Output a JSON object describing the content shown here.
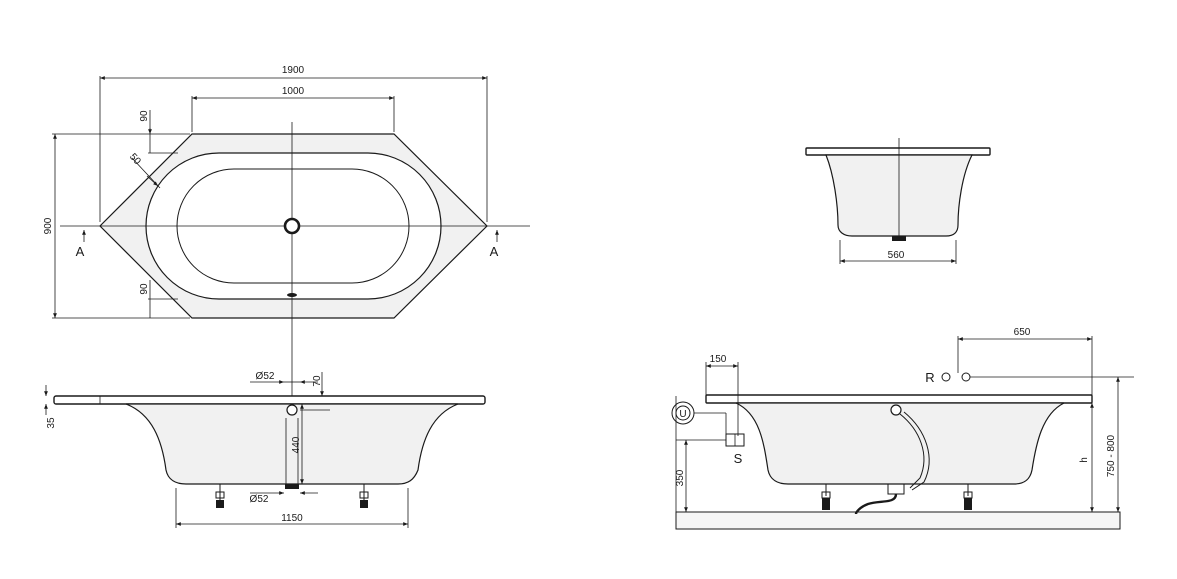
{
  "dimensions": {
    "overall_length": "1900",
    "inner_length": "1000",
    "overall_width": "900",
    "corner_top": "90",
    "corner_bottom": "90",
    "chamfer": "50",
    "rim_height": "35",
    "waste_dia_top": "Ø52",
    "overflow_offset": "70",
    "overflow_depth": "440",
    "waste_dia_bottom": "Ø52",
    "feet_span": "1150",
    "base_width": "560",
    "supply_offset": "150",
    "overflow_distance": "650",
    "waste_height": "350",
    "height_label": "h",
    "height_range": "750 - 800"
  },
  "labels": {
    "section_left": "A",
    "section_right": "A",
    "return_label": "R",
    "trap_label": "U",
    "siphon_label": "S"
  }
}
